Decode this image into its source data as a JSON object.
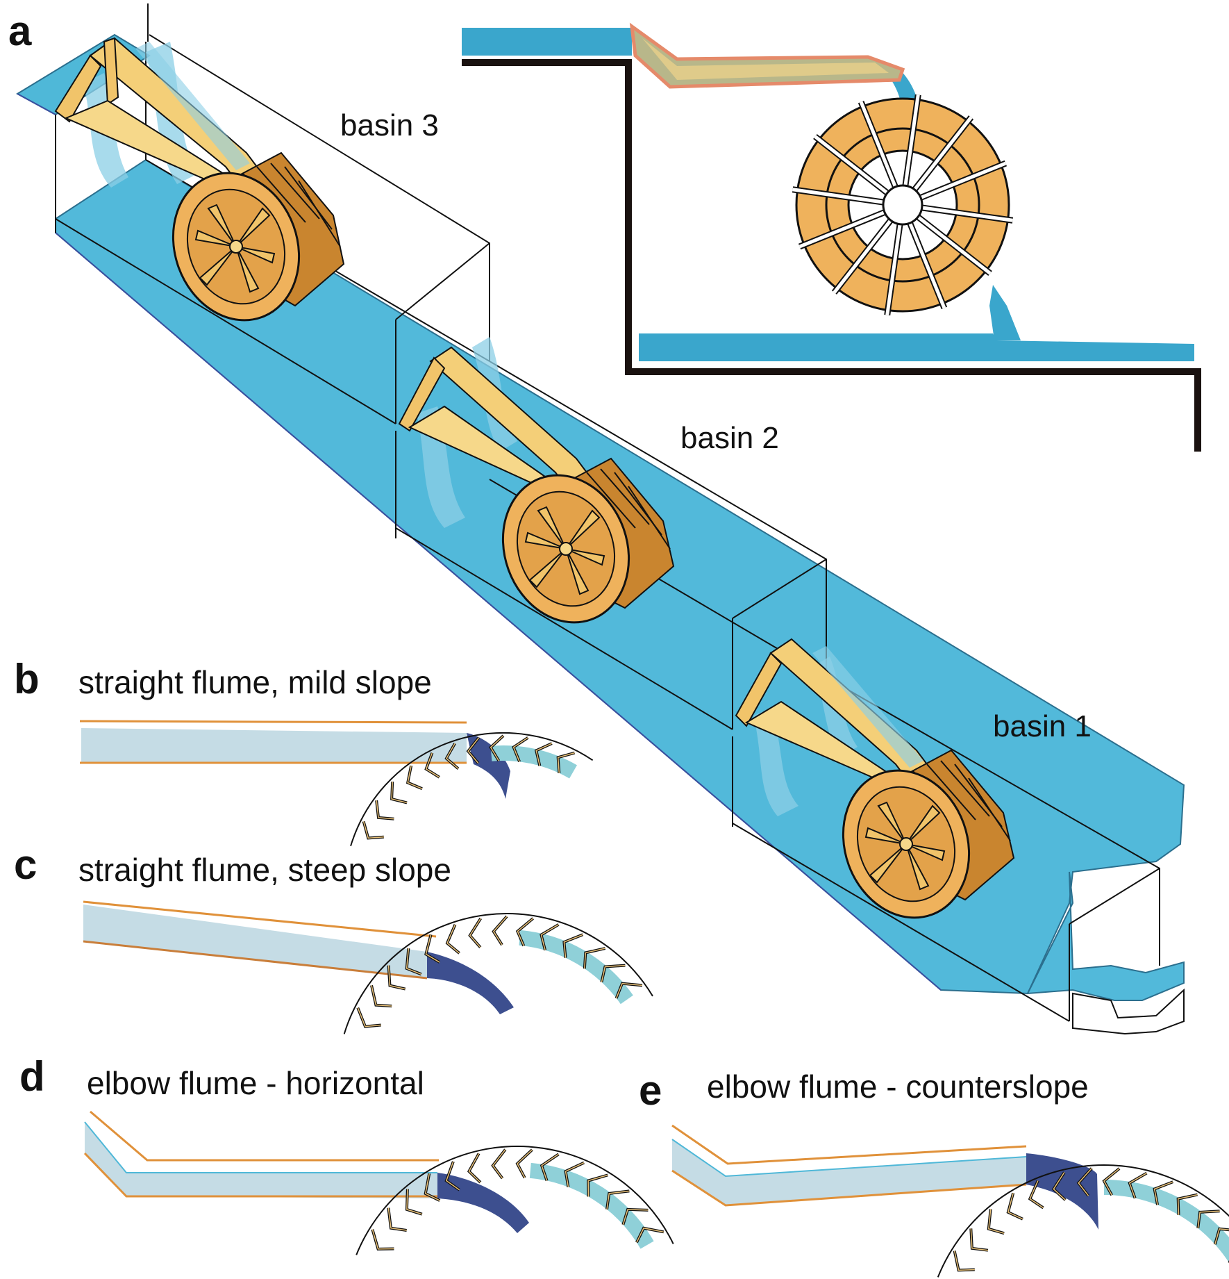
{
  "panel_letters": {
    "a": "a",
    "b": "b",
    "c": "c",
    "d": "d",
    "e": "e"
  },
  "basins": {
    "basin3": "basin 3",
    "basin2": "basin 2",
    "basin1": "basin 1"
  },
  "captions": {
    "b": "straight flume, mild slope",
    "c": "straight flume, steep slope",
    "d": "elbow flume - horizontal",
    "e": "elbow flume - counterslope"
  },
  "colors": {
    "water": "#4fb8d8",
    "water_light": "#8ccfe6",
    "wood": "#efb25c",
    "wood_dark": "#c9852f",
    "chute": "#f4cf78",
    "flume_fill": "#c5dce5",
    "flume_edge": "#e0913a",
    "jet": "#3d4f8f",
    "bucket_water": "#8fd0d8",
    "wall": "#111111",
    "highlight": "#e58a6a"
  }
}
